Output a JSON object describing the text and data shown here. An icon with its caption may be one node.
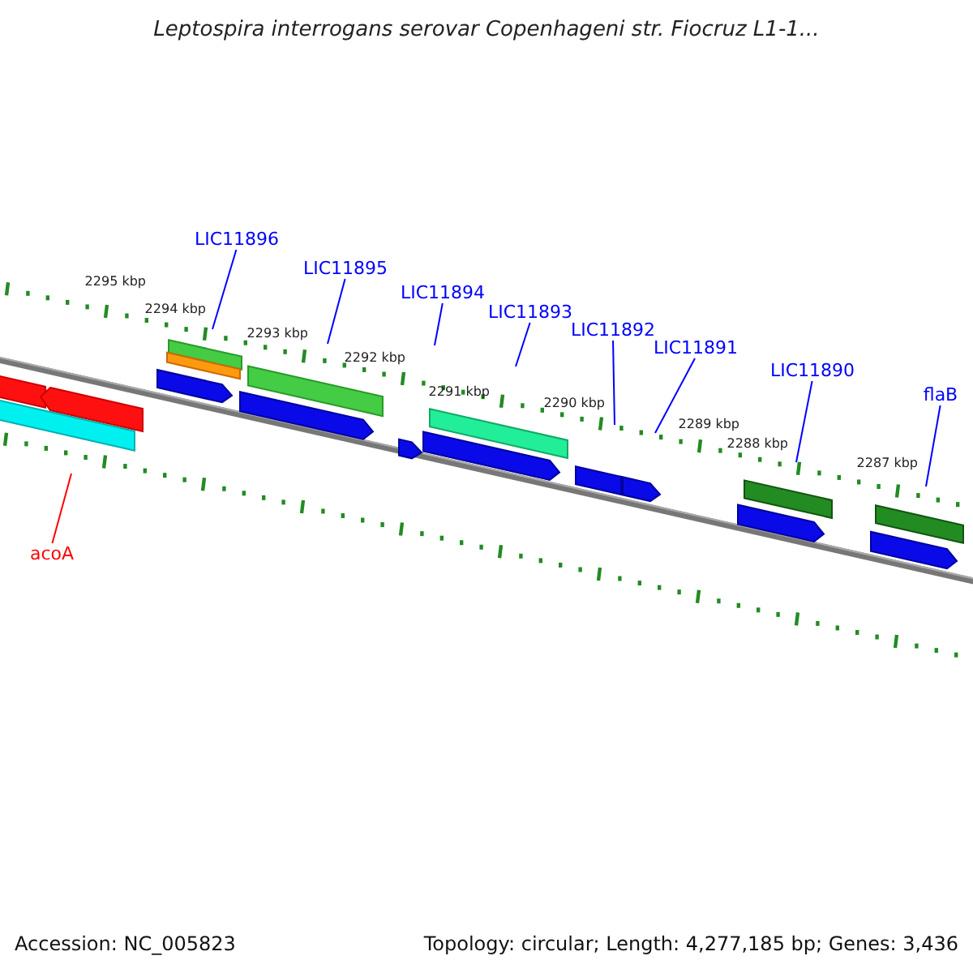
{
  "diagram": {
    "title": "Leptospira interrogans serovar Copenhageni str. Fiocruz L1-1...",
    "nodes": [
      {
        "text": [
          "LIC11896"
        ]
      },
      {
        "text": [
          "LIC11895"
        ]
      },
      {
        "text": [
          "LIC11894"
        ]
      },
      {
        "text": [
          "LIC11893"
        ]
      },
      {
        "text": [
          "LIC11892"
        ]
      },
      {
        "text": [
          "LIC11891"
        ]
      },
      {
        "text": [
          "LIC11890"
        ]
      },
      {
        "text": [
          "flaB"
        ]
      },
      {
        "text": [
          "acoA"
        ]
      }
    ],
    "edges": [
      {
        "from": 0,
        "to": null,
        "arrow": "none"
      },
      {
        "from": 1,
        "to": null,
        "arrow": "none"
      },
      {
        "from": 2,
        "to": null,
        "arrow": "none"
      },
      {
        "from": 3,
        "to": null,
        "arrow": "none"
      },
      {
        "from": 4,
        "to": null,
        "arrow": "none"
      },
      {
        "from": 5,
        "to": null,
        "arrow": "none"
      },
      {
        "from": 6,
        "to": null,
        "arrow": "none"
      },
      {
        "from": 7,
        "to": null,
        "arrow": "none"
      },
      {
        "from": 8,
        "to": null,
        "arrow": "none",
        "color": "#ff0000"
      }
    ],
    "labels": [
      "2295 kbp",
      "2294 kbp",
      "2293 kbp",
      "2292 kbp",
      "2291 kbp",
      "2290 kbp",
      "2289 kbp",
      "2288 kbp",
      "2287 kbp",
      "Accession: NC_005823",
      "Topology: circular; Length: 4,277,185 bp; Genes: 3,436"
    ]
  }
}
